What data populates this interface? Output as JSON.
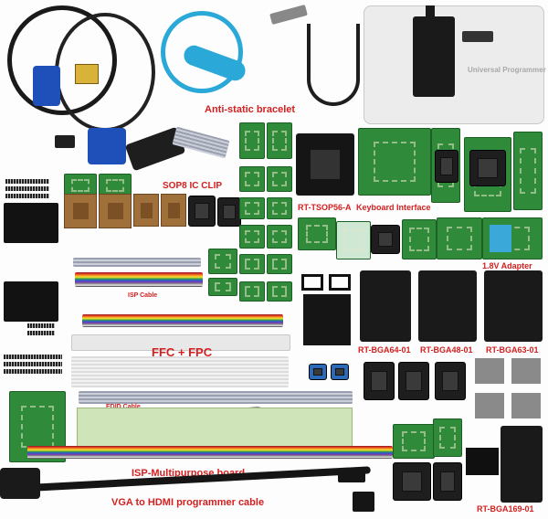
{
  "labels": {
    "anti_static_bracelet": "Anti-static bracelet",
    "sop8_ic_clip": "SOP8 IC CLIP",
    "rt_tsop56_a": "RT-TSOP56-A",
    "keyboard_interface": "Keyboard Interface",
    "isp_cable": "ISP Cable",
    "adapter_1_8v": "1.8V Adapter",
    "ffc_fpc": "FFC + FPC",
    "rt_bga64_01": "RT-BGA64-01",
    "rt_bga48_01": "RT-BGA48-01",
    "rt_bga63_01": "RT-BGA63-01",
    "edid_cable": "EDID Cable",
    "isp_multipurpose_board": "ISP-Multipurpose board",
    "vga_to_hdmi_cable": "VGA to HDMI programmer cable",
    "rt_bga169_01": "RT-BGA169-01",
    "programmer_brand": "Universal Programmer"
  },
  "colors": {
    "label_red": "#d31f1f",
    "pcb_green": "#2f8a3a",
    "bracelet_blue": "#2aa8d8",
    "vga_blue": "#1f4fb8",
    "programmer_body": "#ececec"
  }
}
